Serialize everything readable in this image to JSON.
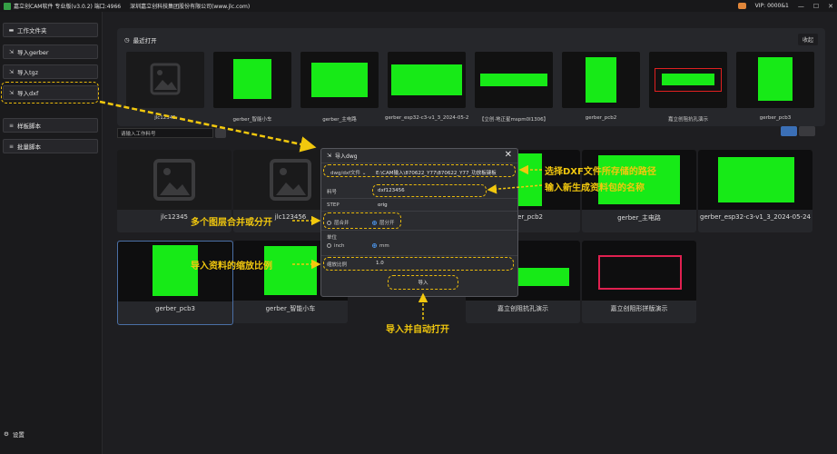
{
  "titlebar": {
    "title": "嘉立创CAM软件 专业版(v3.0.2) 端口:4966",
    "company": "深圳嘉立创科技集团股份有限公司(www.jlc.com)",
    "vip": "VIP: 0000&1",
    "minimize": "—",
    "maximize": "☐",
    "close": "✕"
  },
  "sidebar": {
    "items": [
      {
        "icon": "folder-icon",
        "label": "工作文件夹"
      },
      {
        "icon": "import-icon",
        "label": "导入gerber"
      },
      {
        "icon": "import-icon",
        "label": "导入tgz"
      },
      {
        "icon": "import-icon",
        "label": "导入dxf"
      },
      {
        "icon": "script-icon",
        "label": "样板脚本"
      },
      {
        "icon": "script-icon",
        "label": "批量脚本"
      }
    ],
    "settings": "设置"
  },
  "recent": {
    "title": "最近打开",
    "collapse": "收起",
    "items": [
      "jlc12345",
      "gerber_智能小车",
      "gerber_主电路",
      "gerber_esp32-c3-v1_3_2024-05-24",
      "【立创·地正星mspm0l1306】",
      "gerber_pcb2",
      "嘉立创阻抗孔演示",
      "gerber_pcb3"
    ]
  },
  "search": {
    "placeholder": "请输入工作料号"
  },
  "grid": {
    "items": [
      "jlc12345",
      "jlc123456",
      "",
      "gerber_pcb2",
      "gerber_主电路",
      "gerber_esp32-c3-v1_3_2024-05-24",
      "gerber_pcb3",
      "gerber_智能小车",
      "",
      "嘉立创阻抗孔演示",
      "嘉立创阻形拼版演示"
    ]
  },
  "dialog": {
    "title": "导入dwg",
    "file_label": "dwg/dxf文件 ⌄",
    "file_value": "E:\\CAM输入\\870622_Y77\\870622_Y77_功放板键板",
    "part_label": "料号",
    "part_value": "dxf123456",
    "step_label": "STEP",
    "step_value": "orig",
    "merge_option": "层合并",
    "split_option": "层分开",
    "unit_label": "单位",
    "unit_inch": "inch",
    "unit_mm": "mm",
    "scale_label": "缩放比例",
    "scale_value": "1.0",
    "import_button": "导入"
  },
  "annotations": {
    "path": "选择DXF文件所存储的路径",
    "name": "输入新生成资料包的名称",
    "layers": "多个图层合并或分开",
    "scale": "导入资料的缩放比例",
    "open": "导入并自动打开"
  },
  "colors": {
    "pcb_green": "#17ea17",
    "annotation_yellow": "#f2c80e",
    "accent_blue": "#4a90e2"
  }
}
